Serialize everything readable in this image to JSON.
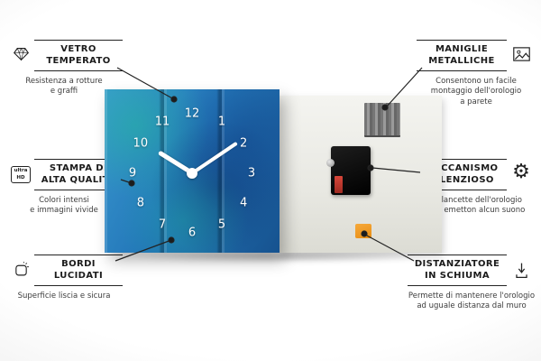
{
  "callouts": [
    {
      "title1": "VETRO",
      "title2": "TEMPERATO",
      "subtitle": "Resistenza a rotture\ne graffi",
      "icon": "diamond-icon"
    },
    {
      "title1": "STAMPA DI",
      "title2": "ALTA QUALITÀ",
      "subtitle": "Colori intensi\ne immagini vivide",
      "icon": "ultra-hd-icon",
      "icon_label": "ultra\nHD"
    },
    {
      "title1": "BORDI",
      "title2": "LUCIDATI",
      "subtitle": "Superficie liscia e sicura",
      "icon": "polished-edge-icon"
    },
    {
      "title1": "MANIGLIE",
      "title2": "METALLICHE",
      "subtitle": "Consentono un facile\nmontaggio dell'orologio\na parete",
      "icon": "picture-frame-icon"
    },
    {
      "title1": "MECCANISMO",
      "title2": "SILENZIOSO",
      "subtitle": "Le lancette dell'orologio\nnon emetton alcun suono",
      "icon": "gear-icon",
      "gear_glyph": "⚙"
    },
    {
      "title1": "DISTANZIATORE",
      "title2": "IN SCHIUMA",
      "subtitle": "Permette di mantenere l'orologio\nad uguale distanza dal muro",
      "icon": "spacer-arrow-icon"
    }
  ],
  "clock": {
    "numbers": [
      "12",
      "1",
      "2",
      "3",
      "4",
      "5",
      "6",
      "7",
      "8",
      "9",
      "10",
      "11"
    ]
  }
}
